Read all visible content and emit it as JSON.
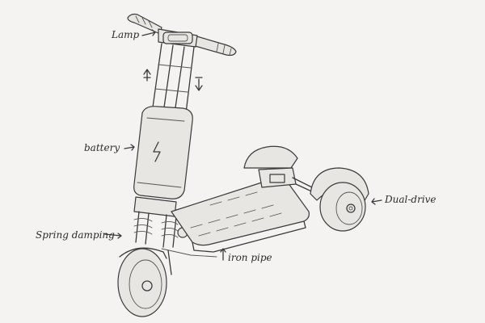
{
  "labels": {
    "lamp": "Lamp",
    "battery": "battery",
    "spring_damping": "Spring damping",
    "iron_pipe": "iron pipe",
    "dual_drive": "Dual-drive"
  },
  "colors": {
    "paper": "#f4f3f1",
    "ink": "#3a3a3a"
  }
}
